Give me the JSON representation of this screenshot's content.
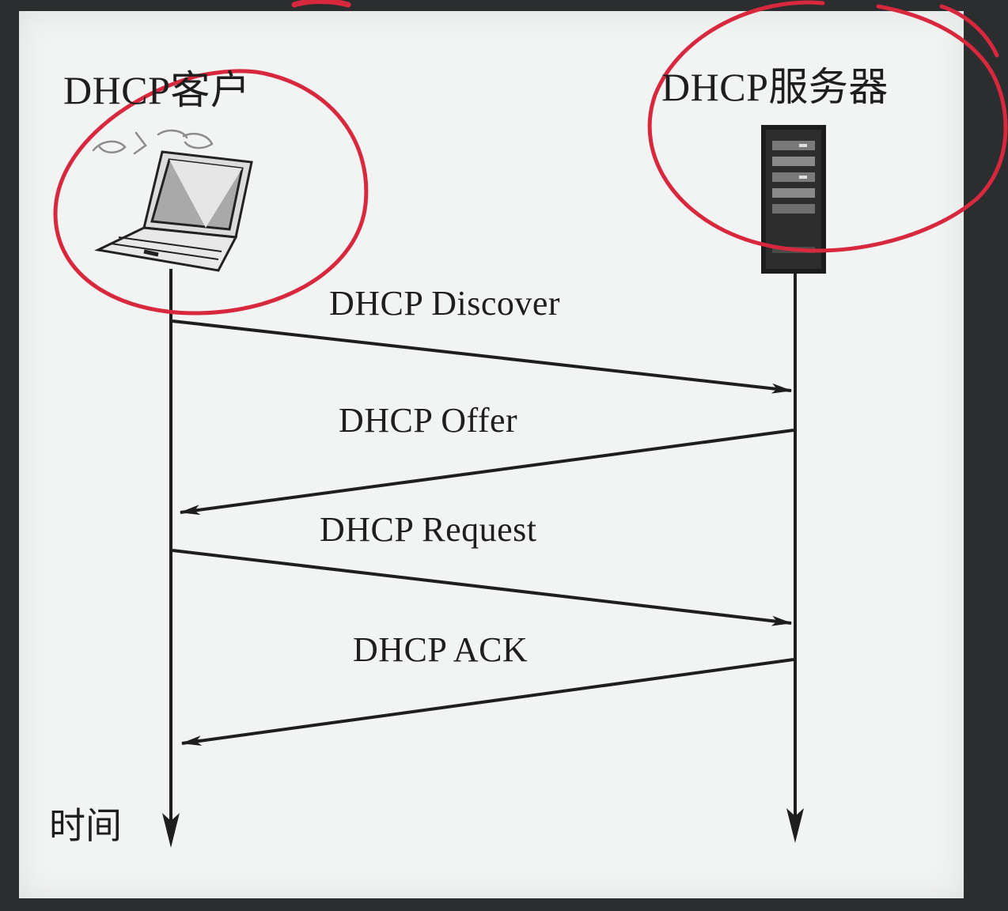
{
  "diagram": {
    "client_label": "DHCP客户",
    "server_label": "DHCP服务器",
    "time_label": "时间",
    "messages": [
      {
        "label": "DHCP Discover",
        "direction": "client-to-server"
      },
      {
        "label": "DHCP Offer",
        "direction": "server-to-client"
      },
      {
        "label": "DHCP Request",
        "direction": "client-to-server"
      },
      {
        "label": "DHCP ACK",
        "direction": "server-to-client"
      }
    ],
    "icons": {
      "client": "laptop-icon",
      "server": "server-tower-icon"
    },
    "colors": {
      "background": "#f2f3f3",
      "line": "#1e1e1e",
      "annotation": "#d8283e"
    }
  }
}
